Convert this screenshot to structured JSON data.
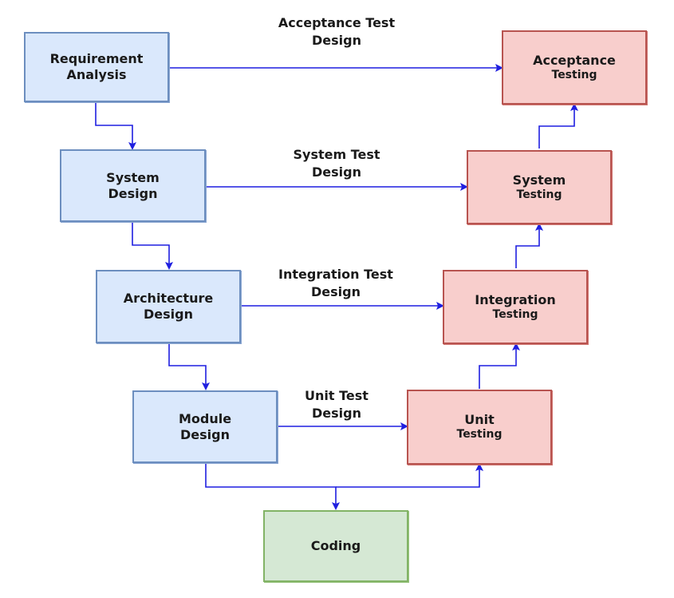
{
  "colors": {
    "design_fill": "#dae8fc",
    "design_stroke": "#6c8ebf",
    "test_fill": "#f8cecc",
    "test_stroke": "#b85450",
    "coding_fill": "#d5e8d4",
    "coding_stroke": "#82b366",
    "arrow": "#1f1fe0"
  },
  "design_phases": [
    {
      "line1": "Requirement",
      "line2": "Analysis"
    },
    {
      "line1": "System",
      "line2": "Design"
    },
    {
      "line1": "Architecture",
      "line2": "Design"
    },
    {
      "line1": "Module",
      "line2": "Design"
    }
  ],
  "testing_phases": [
    {
      "line1": "Acceptance",
      "line2": "Testing"
    },
    {
      "line1": "System",
      "line2": "Testing"
    },
    {
      "line1": "Integration",
      "line2": "Testing"
    },
    {
      "line1": "Unit",
      "line2": "Testing"
    }
  ],
  "coding": {
    "label": "Coding"
  },
  "test_design_links": [
    {
      "line1": "Acceptance Test",
      "line2": "Design"
    },
    {
      "line1": "System Test",
      "line2": "Design"
    },
    {
      "line1": "Integration Test",
      "line2": "Design"
    },
    {
      "line1": "Unit Test",
      "line2": "Design"
    }
  ]
}
